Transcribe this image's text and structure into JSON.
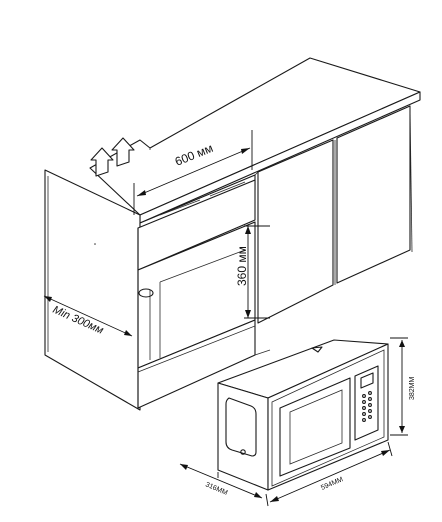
{
  "dimensions": {
    "width_label": "600 мм",
    "height_label": "360 мм",
    "depth_min_label": "Min 300мм",
    "mw_depth_label": "316ММ",
    "mw_width_label": "594ММ",
    "mw_height_label": "382ММ"
  }
}
